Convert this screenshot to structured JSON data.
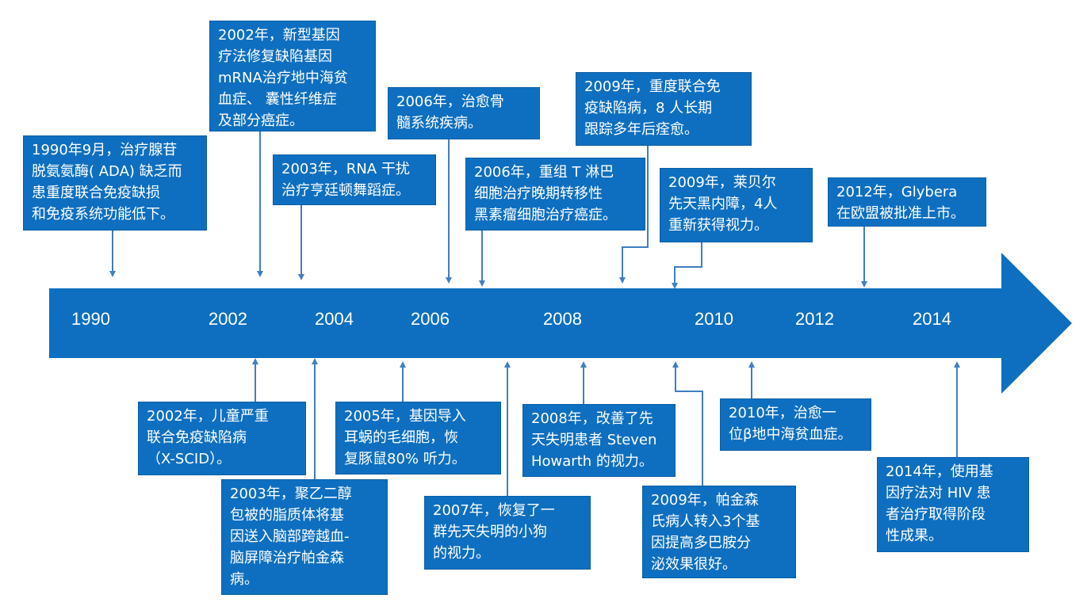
{
  "timeline": {
    "years": [
      "1990",
      "2002",
      "2004",
      "2006",
      "2008",
      "2010",
      "2012",
      "2014"
    ],
    "colors": {
      "bar": "#0e6fc0",
      "box": "#0e6fc0",
      "connector": "#3f7fc2",
      "text": "#ffffff"
    }
  },
  "events_above": [
    {
      "text": "1990年9月，治疗腺苷\n脱氨氨酶( ADA) 缺乏而\n患重度联合免疫缺损\n和免疫系统功能低下。"
    },
    {
      "text": "2002年，新型基因\n疗法修复缺陷基因\nmRNA治疗地中海贫\n血症、 囊性纤维症\n及部分癌症。"
    },
    {
      "text": "2003年，RNA 干扰\n治疗亨廷顿舞蹈症。"
    },
    {
      "text": "2006年，治愈骨\n髓系统疾病。"
    },
    {
      "text": "2006年，重组 T 淋巴\n细胞治疗晚期转移性\n黑素瘤细胞治疗癌症。"
    },
    {
      "text": "2009年，重度联合免\n疫缺陷病，8 人长期\n跟踪多年后痊愈。"
    },
    {
      "text": "2009年，莱贝尔\n先天黑内障，4人\n重新获得视力。"
    },
    {
      "text": "2012年，Glybera\n在欧盟被批准上市。"
    }
  ],
  "events_below": [
    {
      "text": "2002年，儿童严重\n联合免疫缺陷病\n（X-SCID）。"
    },
    {
      "text": "2003年，聚乙二醇\n包被的脂质体将基\n因送入脑部跨越血-\n脑屏障治疗帕金森\n病。"
    },
    {
      "text": "2005年，基因导入\n耳蜗的毛细胞，恢\n复豚鼠80% 听力。"
    },
    {
      "text": "2007年，恢复了一\n群先天失明的小狗\n的视力。"
    },
    {
      "text": "2008年，改善了先\n天失明患者 Steven\nHowarth 的视力。"
    },
    {
      "text": "2009年，帕金森\n氏病人转入3个基\n因提高多巴胺分\n泌效果很好。"
    },
    {
      "text": "2010年，治愈一\n位β地中海贫血症。"
    },
    {
      "text": "2014年，使用基\n因疗法对 HIV 患\n者治疗取得阶段\n性成果。"
    }
  ]
}
